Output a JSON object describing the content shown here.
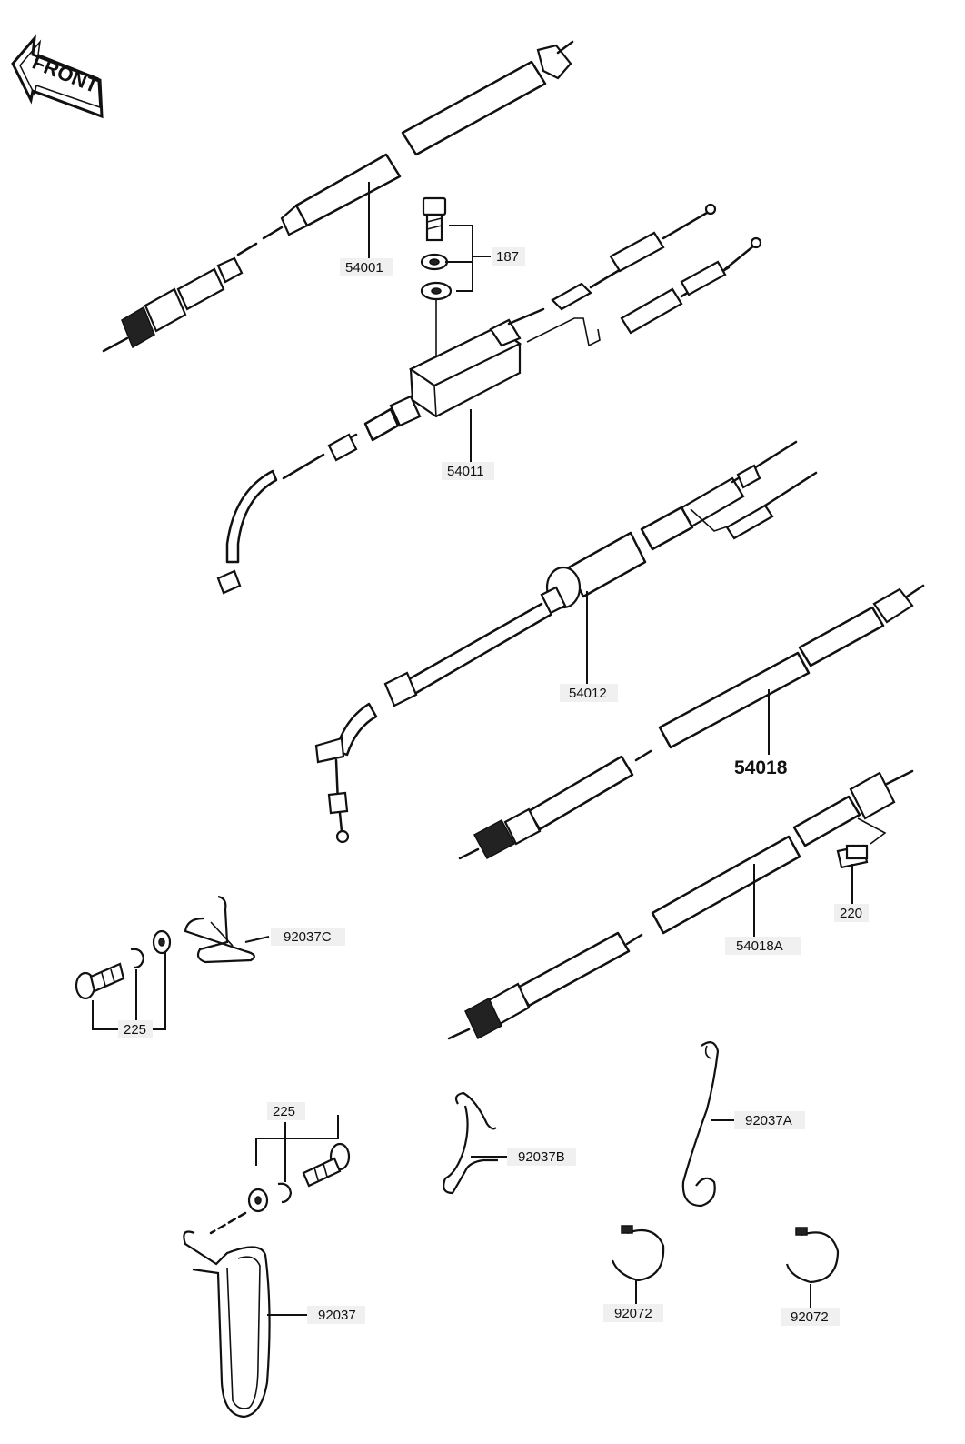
{
  "front_badge": {
    "text": "FRONT"
  },
  "parts": {
    "p54001": "54001",
    "p187": "187",
    "p54011": "54011",
    "p54012": "54012",
    "p54018": "54018",
    "p54018A": "54018A",
    "p220": "220",
    "p92037C": "92037C",
    "p225a": "225",
    "p225b": "225",
    "p92037B": "92037B",
    "p92037A": "92037A",
    "p92037": "92037",
    "p92072a": "92072",
    "p92072b": "92072"
  }
}
